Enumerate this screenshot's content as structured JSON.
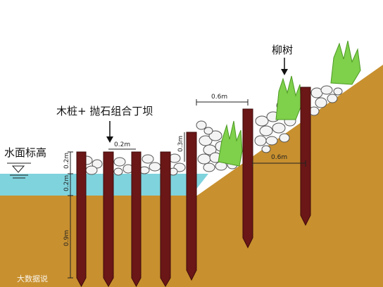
{
  "labels": {
    "structure": "木桩+ 抛石组合丁坝",
    "water_level": "水面标高",
    "willow": "柳树"
  },
  "dimensions": {
    "top_spacing": "0.6m",
    "slope_spacing": "0.6m",
    "pile_spacing": "0.2m",
    "stone_height_left": "0.2m",
    "water_depth": "0.2m",
    "pile_embed": "0.9m",
    "stone_height_right": "0.3m"
  },
  "watermark": "大数据说",
  "colors": {
    "soil": "#c8902f",
    "water": "#7fd3dd",
    "pile": "#6b1717",
    "stone": "#f2f2f2",
    "willow": "#7fd04b"
  }
}
